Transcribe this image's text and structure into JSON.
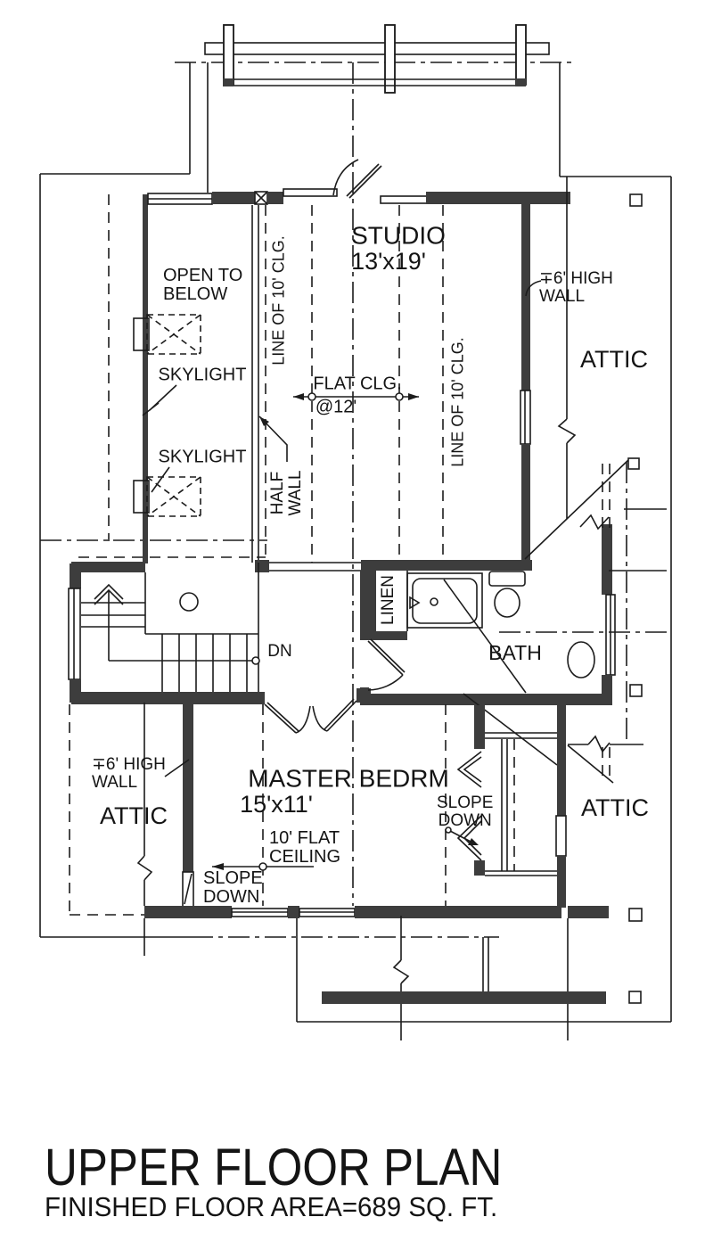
{
  "plan": {
    "rooms": {
      "studio": {
        "name": "STUDIO",
        "dims": "13'x19'"
      },
      "master_bedroom": {
        "name": "MASTER BEDRM",
        "dims": "15'x11'"
      },
      "bath": {
        "name": "BATH"
      },
      "linen": {
        "name": "LINEN"
      },
      "attic": {
        "name": "ATTIC"
      }
    },
    "annotations": {
      "open_to_below_1": "OPEN TO",
      "open_to_below_2": "BELOW",
      "skylight": "SKYLIGHT",
      "line_of_10_clg": "LINE OF 10' CLG.",
      "flat_clg_1": "FLAT CLG.",
      "flat_clg_2": "@12'",
      "high_wall_1": "∓6' HIGH",
      "high_wall_2": "WALL",
      "half_wall_1": "HALF",
      "half_wall_2": "WALL",
      "down": "DN",
      "ten_flat_1": "10' FLAT",
      "ten_flat_2": "CEILING",
      "slope_1": "SLOPE",
      "slope_2": "DOWN"
    }
  },
  "title_block": {
    "title": "UPPER FLOOR PLAN",
    "area_note": "FINISHED FLOOR AREA=689 SQ. FT."
  },
  "colors": {
    "line": "#1c1c1c",
    "wall_fill": "#3d3d3d",
    "background": "#ffffff"
  }
}
